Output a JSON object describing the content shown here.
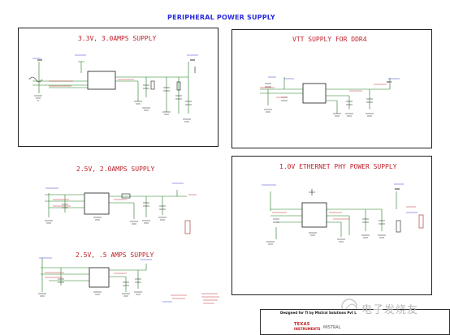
{
  "title": "PERIPHERAL POWER SUPPLY",
  "panels": {
    "supply_33": "3.3V, 3.0AMPS SUPPLY",
    "vtt_ddr4": "VTT SUPPLY FOR DDR4",
    "supply_25_2": "2.5V, 2.0AMPS SUPPLY",
    "eth_phy": "1.0V ETHERNET PHY POWER SUPPLY",
    "supply_25_05": "2.5V, .5 AMPS SUPPLY"
  },
  "title_block": {
    "designed_for": "Designed for TI by Mistral Solutions Pvt L",
    "ti_line1": "TEXAS",
    "ti_line2": "INSTRUMENTS",
    "mistral": "MISTRAL"
  },
  "watermark": "电子发烧友",
  "colors": {
    "title": "#2a2adc",
    "panel_title": "#c0202a",
    "wire": "#1f7a1f",
    "ic": "#1a1a1a",
    "label": "#c03030"
  }
}
